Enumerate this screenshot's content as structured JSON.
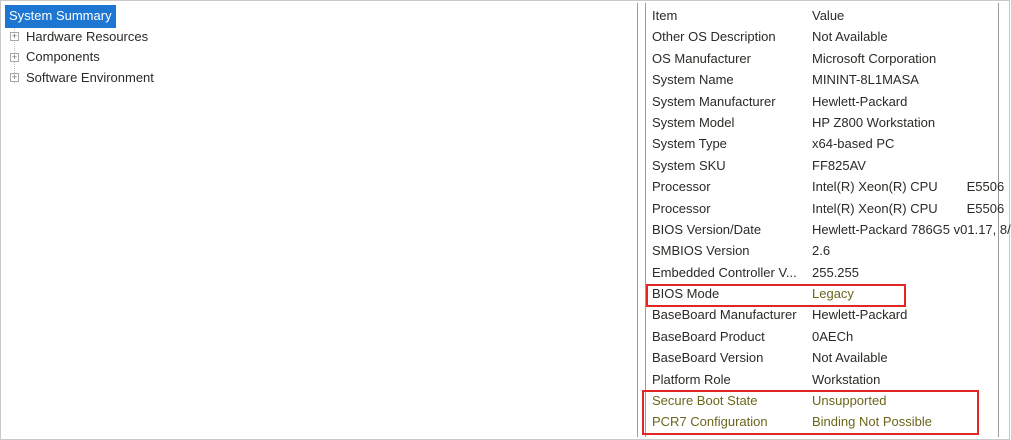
{
  "colors": {
    "selection_blue": "#1d76d2",
    "annotation_red": "#e12726",
    "warning_text_olive": "#6b661c",
    "pane_border_gray": "#9b9b9b"
  },
  "sidebar": {
    "expander_glyph": "+",
    "items": [
      {
        "label": "System Summary",
        "selected": true,
        "expandable": false
      },
      {
        "label": "Hardware Resources",
        "selected": false,
        "expandable": true
      },
      {
        "label": "Components",
        "selected": false,
        "expandable": true
      },
      {
        "label": "Software Environment",
        "selected": false,
        "expandable": true
      }
    ]
  },
  "details": {
    "columns": {
      "item": "Item",
      "value": "Value"
    },
    "rows": [
      {
        "item": "Other OS Description",
        "value": "Not Available"
      },
      {
        "item": "OS Manufacturer",
        "value": "Microsoft Corporation"
      },
      {
        "item": "System Name",
        "value": "MININT-8L1MASA"
      },
      {
        "item": "System Manufacturer",
        "value": "Hewlett-Packard"
      },
      {
        "item": "System Model",
        "value": "HP Z800 Workstation"
      },
      {
        "item": "System Type",
        "value": "x64-based PC"
      },
      {
        "item": "System SKU",
        "value": "FF825AV"
      },
      {
        "item": "Processor",
        "value": "Intel(R) Xeon(R) CPU        E5506"
      },
      {
        "item": "Processor",
        "value": "Intel(R) Xeon(R) CPU        E5506"
      },
      {
        "item": "BIOS Version/Date",
        "value": "Hewlett-Packard 786G5 v01.17, 8/"
      },
      {
        "item": "SMBIOS Version",
        "value": "2.6"
      },
      {
        "item": "Embedded Controller V...",
        "value": "255.255"
      },
      {
        "item": "BIOS Mode",
        "value": "Legacy",
        "value_warn": true
      },
      {
        "item": "BaseBoard Manufacturer",
        "value": "Hewlett-Packard"
      },
      {
        "item": "BaseBoard Product",
        "value": "0AECh"
      },
      {
        "item": "BaseBoard Version",
        "value": "Not Available"
      },
      {
        "item": "Platform Role",
        "value": "Workstation"
      },
      {
        "item": "Secure Boot State",
        "value": "Unsupported",
        "item_warn": true,
        "value_warn": true
      },
      {
        "item": "PCR7 Configuration",
        "value": "Binding Not Possible",
        "item_warn": true,
        "value_warn": true
      }
    ]
  },
  "annotations": [
    {
      "name": "bios-mode-highlight",
      "target": "BIOS Mode row"
    },
    {
      "name": "secure-boot-highlight",
      "target": "Secure Boot State and PCR7 Configuration rows"
    }
  ]
}
